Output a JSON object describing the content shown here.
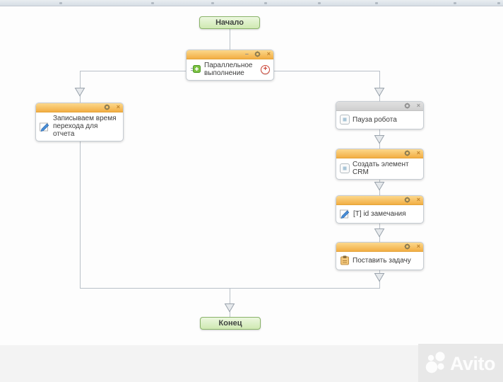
{
  "window_controls": {
    "minimize_glyph": "–",
    "close_glyph": "×",
    "add_branch_glyph": "+"
  },
  "nodes": {
    "start": {
      "label": "Начало"
    },
    "parallel": {
      "title": "Параллельное выполнение"
    },
    "write_time": {
      "title": "Записываем время перехода для отчета"
    },
    "pause_robot": {
      "title": "Пауза робота"
    },
    "create_crm": {
      "title": "Создать элемент CRM"
    },
    "remark_id": {
      "title": "[T] id замечания"
    },
    "set_task": {
      "title": "Поставить задачу"
    },
    "end": {
      "label": "Конец"
    }
  },
  "icons": {
    "settings": "gear-icon",
    "close": "close-icon",
    "minimize": "minimize-icon",
    "parallel": "parallel-execution-icon",
    "edit": "edit-document-icon",
    "robot": "robot-action-icon",
    "task": "task-clipboard-icon",
    "arrow": "flow-arrow-down-icon"
  },
  "watermark": {
    "brand": "Avito"
  },
  "colors": {
    "header_orange_top": "#fcd88c",
    "header_orange_bottom": "#f2ae44",
    "header_gray": "#d9d9d9",
    "terminal_green_fill": "#cfe9b2",
    "terminal_green_border": "#8ab46a",
    "connector_line": "#b9c0c8",
    "accent_red": "#cb4335"
  }
}
